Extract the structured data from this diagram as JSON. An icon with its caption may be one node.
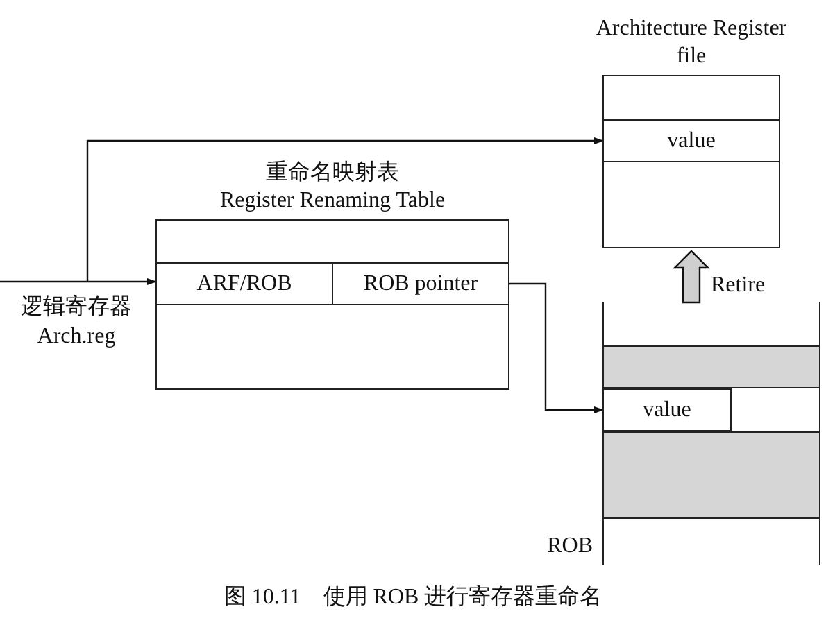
{
  "diagram": {
    "caption": "图 10.11　使用 ROB 进行寄存器重命名",
    "nodes": [
      {
        "text": [
          "逻辑寄存器",
          "Arch.reg"
        ]
      },
      {
        "text": [
          "重命名映射表",
          "Register Renaming Table"
        ]
      },
      {
        "text": [
          "ARF/ROB"
        ],
        "in": 1
      },
      {
        "text": [
          "ROB pointer"
        ],
        "in": 1
      },
      {
        "text": [
          "Architecture Register file"
        ]
      },
      {
        "text": [
          "value"
        ],
        "in": 4
      },
      {
        "text": [
          "ROB"
        ]
      },
      {
        "text": [],
        "shape": "box",
        "in": 6
      },
      {
        "text": [
          "value"
        ],
        "in": 6
      },
      {
        "text": [],
        "shape": "box",
        "in": 6
      }
    ],
    "edges": [
      {
        "from": 0,
        "to": 2,
        "arrow": "to"
      },
      {
        "from": 0,
        "to": 5,
        "arrow": "to"
      },
      {
        "from": 3,
        "to": 8,
        "arrow": "to"
      },
      {
        "from": 6,
        "to": 4,
        "arrow": "to",
        "label": "Retire",
        "style": "thick"
      }
    ]
  }
}
